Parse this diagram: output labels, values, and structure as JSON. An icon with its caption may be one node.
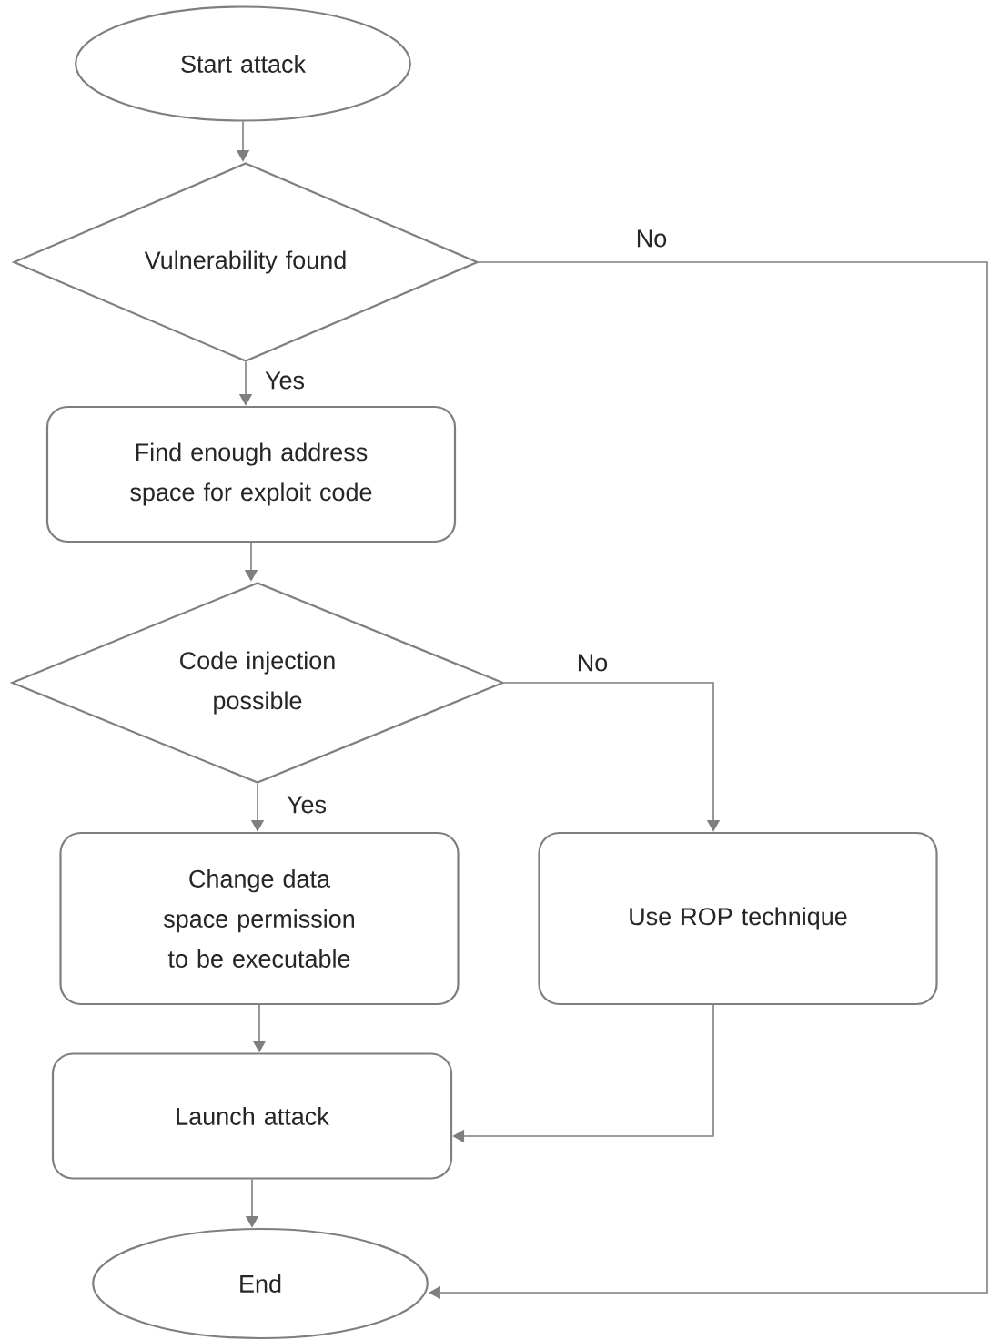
{
  "diagram": {
    "nodes": [
      {
        "text": [
          "Start attack"
        ]
      },
      {
        "text": [
          "Vulnerability found"
        ]
      },
      {
        "text": [
          "Find enough address space for exploit code"
        ]
      },
      {
        "text": [
          "Code injection possible"
        ]
      },
      {
        "text": [
          "Change data space permission to be executable"
        ]
      },
      {
        "text": [
          "Use ROP technique"
        ]
      },
      {
        "text": [
          "Launch attack"
        ]
      },
      {
        "text": [
          "End"
        ]
      }
    ],
    "edges": [
      {
        "from": 0,
        "to": 1,
        "arrow": "to"
      },
      {
        "from": 1,
        "to": 2,
        "arrow": "to",
        "label": "Yes"
      },
      {
        "from": 1,
        "to": 7,
        "arrow": "to",
        "label": "No"
      },
      {
        "from": 2,
        "to": 3,
        "arrow": "to"
      },
      {
        "from": 3,
        "to": 4,
        "arrow": "to",
        "label": "Yes"
      },
      {
        "from": 3,
        "to": 5,
        "arrow": "to",
        "label": "No"
      },
      {
        "from": 4,
        "to": 6,
        "arrow": "to"
      },
      {
        "from": 5,
        "to": 6,
        "arrow": "to"
      },
      {
        "from": 6,
        "to": 7,
        "arrow": "to"
      }
    ]
  }
}
